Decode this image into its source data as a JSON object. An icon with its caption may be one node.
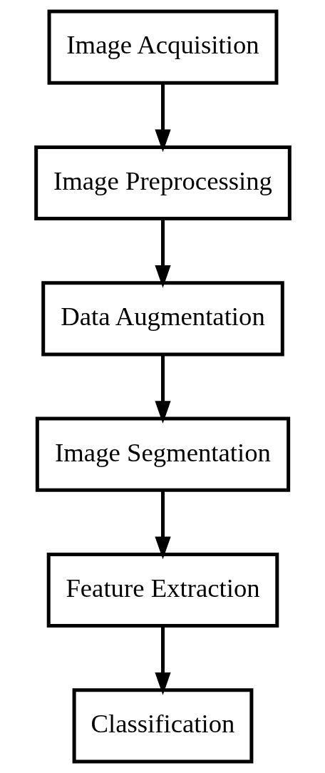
{
  "diagram": {
    "nodes": [
      {
        "text": [
          "Image Acquisition"
        ]
      },
      {
        "text": [
          "Image Preprocessing"
        ]
      },
      {
        "text": [
          "Data Augmentation"
        ]
      },
      {
        "text": [
          "Image Segmentation"
        ]
      },
      {
        "text": [
          "Feature Extraction"
        ]
      },
      {
        "text": [
          "Classification"
        ]
      }
    ],
    "edges": [
      {
        "from": 0,
        "to": 1,
        "arrow": "to"
      },
      {
        "from": 1,
        "to": 2,
        "arrow": "to"
      },
      {
        "from": 2,
        "to": 3,
        "arrow": "to"
      },
      {
        "from": 3,
        "to": 4,
        "arrow": "to"
      },
      {
        "from": 4,
        "to": 5,
        "arrow": "to"
      }
    ]
  }
}
